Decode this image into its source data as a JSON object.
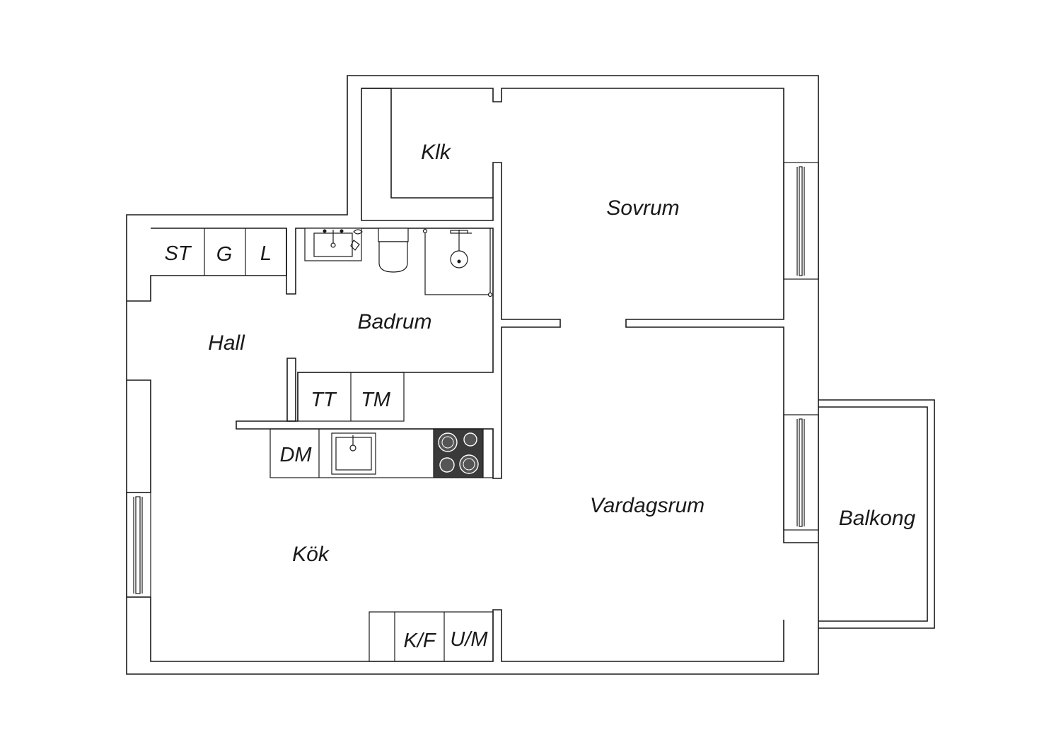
{
  "rooms": {
    "klk": "Klk",
    "sovrum": "Sovrum",
    "hall": "Hall",
    "badrum": "Badrum",
    "kok": "Kök",
    "vardagsrum": "Vardagsrum",
    "balkong": "Balkong"
  },
  "cabinets": {
    "st": "ST",
    "g": "G",
    "l": "L",
    "tt": "TT",
    "tm": "TM",
    "dm": "DM",
    "kf": "K/F",
    "um": "U/M"
  },
  "colors": {
    "line": "#1a1a1a",
    "stove": "#3a3a3a",
    "background": "#ffffff"
  },
  "icons": [
    "washbasin-icon",
    "toilet-icon",
    "shower-icon",
    "kitchen-sink-icon",
    "stove-icon",
    "window-icon"
  ]
}
